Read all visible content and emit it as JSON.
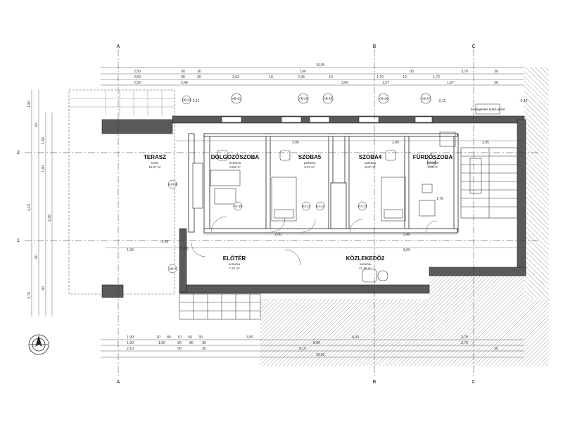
{
  "grid_labels": {
    "a": "A",
    "b": "B",
    "c": "C",
    "n2": "2",
    "n1": "1"
  },
  "rooms": [
    {
      "id": "terasz",
      "name": "TERASZ",
      "material": "tömb",
      "area": "15,97 m²"
    },
    {
      "id": "dolgozo",
      "name": "DOLGOZÓSZOBA",
      "material": "kerámia",
      "area": "6,84 m²"
    },
    {
      "id": "szoba5",
      "name": "SZOBA5",
      "material": "parketta",
      "area": "8,97 m²"
    },
    {
      "id": "szoba4",
      "name": "SZOBA4",
      "material": "parketta",
      "area": "8,97 m²"
    },
    {
      "id": "furdo",
      "name": "FÜRDŐSZOBA",
      "material": "kerámia",
      "area": "3,40 m²"
    },
    {
      "id": "eloter",
      "name": "ELŐTÉR",
      "material": "kerámia",
      "area": "7,32 m²"
    },
    {
      "id": "kozlekedo",
      "name": "KÖZLEKEDŐ2",
      "material": "kerámia",
      "area": "21,38 m²"
    }
  ],
  "window_tags": [
    "AB-21",
    "AB-23",
    "AB-25",
    "AB-26",
    "AB-27"
  ],
  "door_tags": [
    "AJ-10",
    "AJ-11",
    "AJ-12",
    "AJ-13",
    "AJ-14",
    "AJ-09",
    "AB-9",
    "AB-22"
  ],
  "dims": {
    "top_total": "16,05",
    "top_row1": [
      "2,50",
      "90",
      "30",
      "7,60",
      "30",
      "3,70",
      "30"
    ],
    "top_row2": [
      "2,50",
      "90",
      "30",
      "2,63",
      "10",
      "2,35",
      "10",
      "1,70",
      "10",
      "1,72"
    ],
    "top_row3": [
      "2,50",
      "2,45",
      "3,00",
      "1,57",
      "1,57",
      "30"
    ],
    "bottom_row1": [
      "1,90",
      "10",
      "80",
      "10",
      "50",
      "30",
      "3,50",
      "4,00",
      "3,70"
    ],
    "bottom_row2": [
      "1,90",
      "1,00",
      "50",
      "80",
      "30",
      "8,00",
      "3,70"
    ],
    "bottom_row3": [
      "2,10",
      "90",
      "30",
      "6,15",
      "30"
    ],
    "bottom_total": "16,05",
    "left": [
      "1,80",
      "60",
      "1,80",
      "4,15",
      "1,80",
      "2,25",
      "60",
      "90",
      "3,70"
    ],
    "inner": [
      "1,90",
      "2,00",
      "2,40",
      "3,00",
      "8,00",
      "2,95",
      "2,90",
      "1,70"
    ],
    "levels": [
      "-2,12",
      "-2,12",
      "-0,43",
      "-0,60",
      "±0,00"
    ]
  },
  "note": "hőszigetelés külső aljzat",
  "colors": {
    "wall": "#5a5a5a",
    "dark": "#222222",
    "hatch": "#9a9a9a"
  }
}
